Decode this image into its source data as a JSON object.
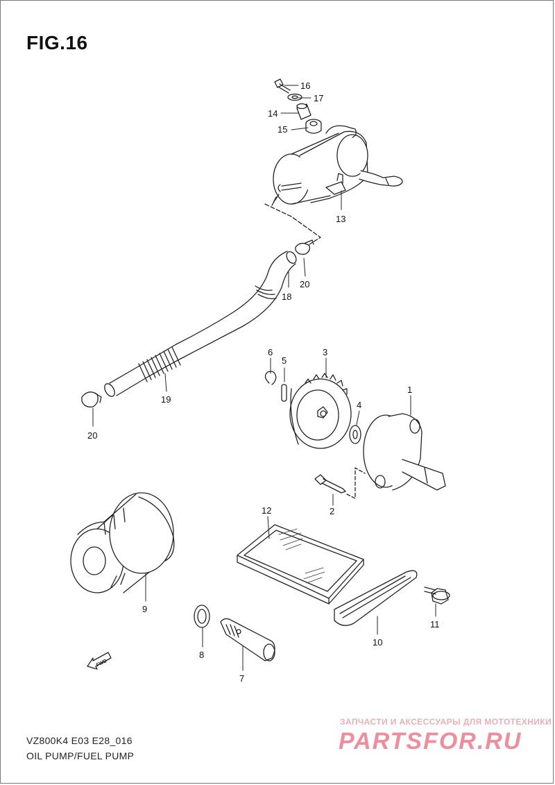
{
  "figure": {
    "title": "FIG.16",
    "model_code": "VZ800K4 E03 E28_016",
    "caption": "OIL PUMP/FUEL PUMP"
  },
  "watermark": {
    "tagline": "ЗАПЧАСТИ И АКСЕССУАРЫ ДЛЯ МОТОТЕХНИКИ",
    "logo": "PARTSFOR.RU",
    "color": "#ee8e9c"
  },
  "fwd_arrow": {
    "label": "FWD"
  },
  "parts": [
    {
      "number": "1"
    },
    {
      "number": "2"
    },
    {
      "number": "3"
    },
    {
      "number": "4"
    },
    {
      "number": "5"
    },
    {
      "number": "6"
    },
    {
      "number": "7"
    },
    {
      "number": "8"
    },
    {
      "number": "9"
    },
    {
      "number": "10"
    },
    {
      "number": "11"
    },
    {
      "number": "12"
    },
    {
      "number": "13"
    },
    {
      "number": "14"
    },
    {
      "number": "15"
    },
    {
      "number": "16"
    },
    {
      "number": "17"
    },
    {
      "number": "18"
    },
    {
      "number": "19"
    },
    {
      "number": "20"
    },
    {
      "number": "20"
    }
  ]
}
